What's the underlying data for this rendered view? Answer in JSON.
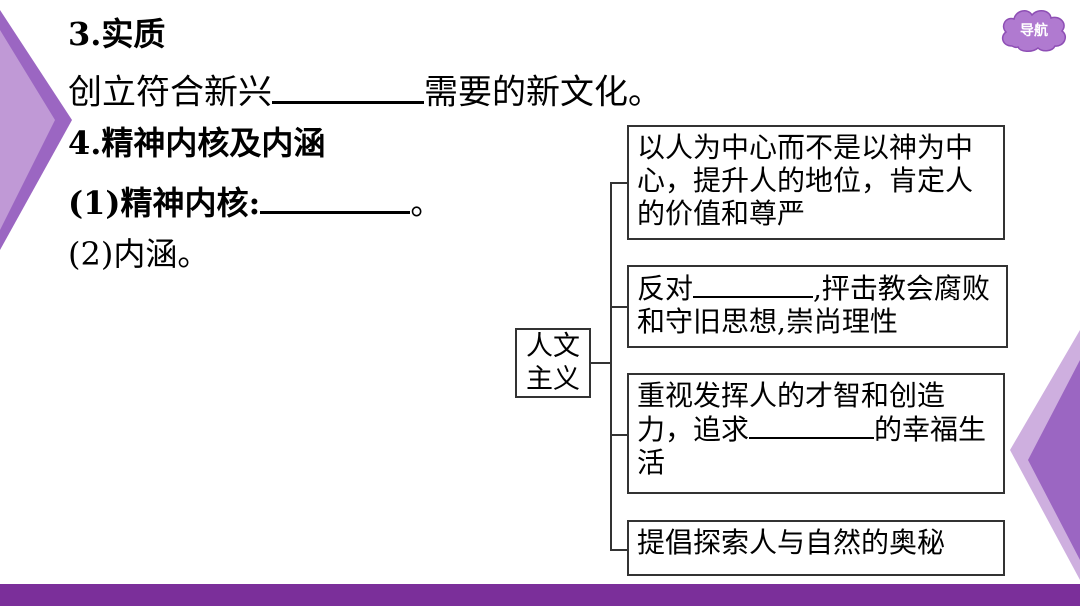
{
  "heading_essence": "3.实质",
  "essence_text_before": "创立符合新兴",
  "essence_text_after": "需要的新文化。",
  "heading_core": "4.精神内核及内涵",
  "core_prefix": "(1)精神内核:",
  "core_suffix": "。",
  "connotation": "(2)内涵。",
  "nav_label": "导航",
  "diagram": {
    "root_line1": "人文",
    "root_line2": "主义",
    "node1": "以人为中心而不是以神为中心，提升人的地位，肯定人的价值和尊严",
    "node2_before": "反对",
    "node2_after": ",抨击教会腐败和守旧思想,崇尚理性",
    "node3_before": "重视发挥人的才智和创造力，追求",
    "node3_after": "的幸福生活",
    "node4": "提倡探索人与自然的奥秘"
  },
  "colors": {
    "accent": "#7b2f9a",
    "triangle_light": "#c9a6db",
    "badge": "#b07ad0"
  }
}
